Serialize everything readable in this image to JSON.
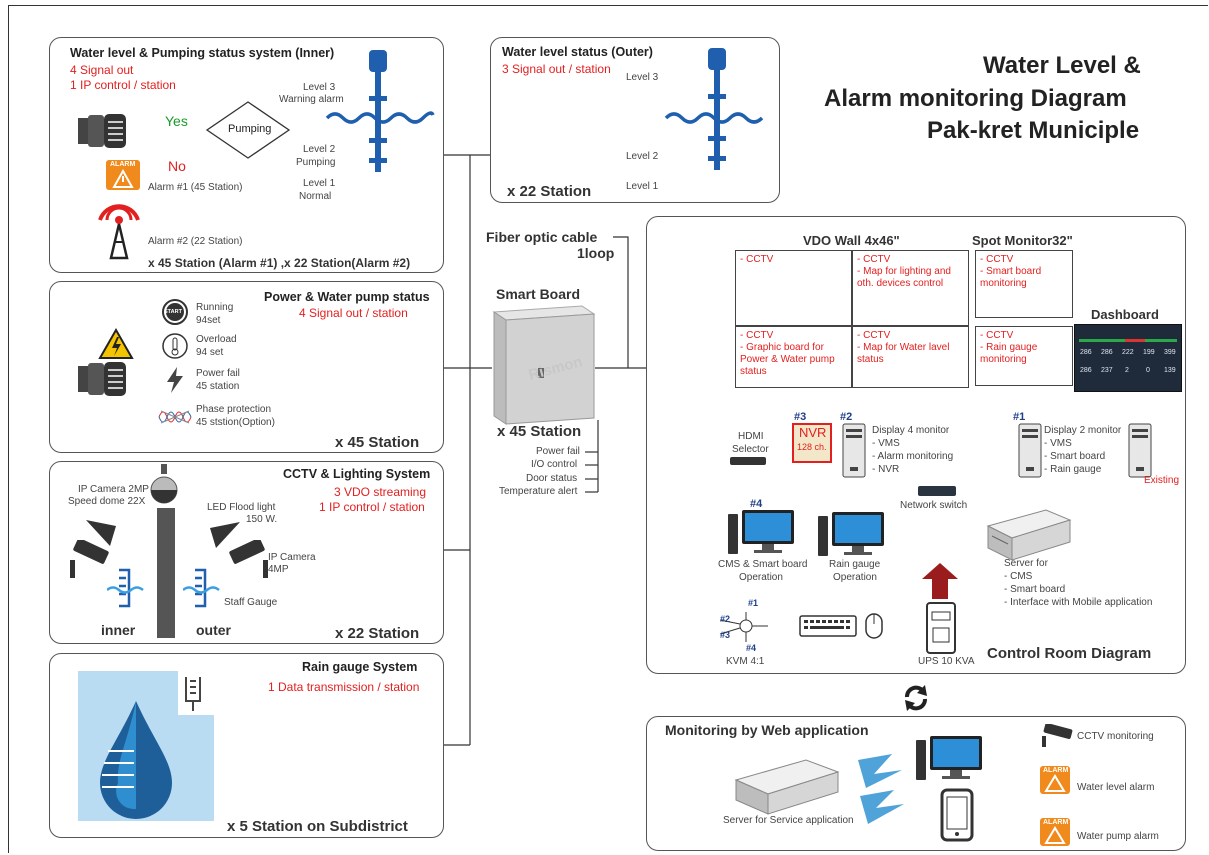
{
  "title": {
    "line1": "Water Level &",
    "line2": "Alarm monitoring Diagram",
    "line3": "Pak-kret Municiple"
  },
  "inner": {
    "title": "Water level & Pumping status system (Inner)",
    "sig1": "4 Signal out",
    "sig2": "1 IP control / station",
    "yes": "Yes",
    "no": "No",
    "pumping": "Pumping",
    "alarm1": "Alarm #1 (45 Station)",
    "alarm2": "Alarm #2 (22 Station)",
    "l3a": "Level 3",
    "l3b": "Warning alarm",
    "l2a": "Level 2",
    "l2b": "Pumping",
    "l1a": "Level 1",
    "l1b": "Normal",
    "footer": "x 45 Station (Alarm #1) ,x 22 Station(Alarm #2)",
    "alarm_badge": "ALARM"
  },
  "outer": {
    "title": "Water level status (Outer)",
    "sig": "3 Signal out / station",
    "l3": "Level 3",
    "l2": "Level 2",
    "l1": "Level 1",
    "footer": "x 22 Station"
  },
  "power": {
    "title": "Power & Water pump status",
    "sig": "4 Signal out / station",
    "running": "Running",
    "running_n": "94set",
    "overload": "Overload",
    "overload_n": "94 set",
    "powerfail": "Power fail",
    "powerfail_n": "45 station",
    "phase": "Phase protection",
    "phase_n": "45 ststion(Option)",
    "start_label": "START",
    "footer": "x 45 Station"
  },
  "cctv": {
    "title": "CCTV & Lighting System",
    "sig1": "3 VDO streaming",
    "sig2": "1 IP control / station",
    "cam1a": "IP Camera 2MP",
    "cam1b": "Speed dome 22X",
    "flood_a": "LED Flood light",
    "flood_b": "150 W.",
    "cam2a": "IP Camera",
    "cam2b": "4MP",
    "gauge": "Staff Gauge",
    "inner": "inner",
    "outer": "outer",
    "footer": "x 22 Station"
  },
  "rain": {
    "title": "Rain gauge System",
    "sig": "1 Data transmission / station",
    "footer": "x 5 Station on Subdistrict"
  },
  "smartboard": {
    "fiber1": "Fiber optic cable",
    "fiber2": "1loop",
    "title": "Smart Board",
    "brand": "Rismon",
    "count": "x 45 Station",
    "items": [
      "Power fail",
      "I/O control",
      "Door status",
      "Temperature alert"
    ]
  },
  "control": {
    "vdo_title": "VDO Wall 4x46\"",
    "spot_title": "Spot Monitor32\"",
    "dashboard": "Dashboard",
    "screens": [
      [
        "- CCTV"
      ],
      [
        "- CCTV",
        "- Map for lighting and",
        "  oth. devices control"
      ],
      [
        "- CCTV",
        "- Graphic board for",
        "Power & Water pump",
        "status"
      ],
      [
        "- CCTV",
        "- Map for Water lavel",
        "status"
      ]
    ],
    "spot_screens": [
      [
        "- CCTV",
        "- Smart board",
        "  monitoring"
      ],
      [
        "- CCTV",
        "- Rain gauge",
        "  monitoring"
      ]
    ],
    "dash_values_row1": [
      "286",
      "286",
      "222",
      "199",
      "399"
    ],
    "dash_values_row2": [
      "286",
      "237",
      "2",
      "0",
      "139"
    ],
    "hdmi1": "HDMI",
    "hdmi2": "Selector",
    "nvr1": "NVR",
    "nvr2": "128 ch.",
    "tag_n3": "#3",
    "tag_n2": "#2",
    "tag_n1": "#1",
    "tag_n4": "#4",
    "disp4": [
      "Display 4 monitor",
      "- VMS",
      "- Alarm monitoring",
      "- NVR"
    ],
    "disp2": [
      "Display 2 monitor",
      "- VMS",
      "- Smart board",
      "- Rain gauge"
    ],
    "existing": "Existing",
    "switch": "Network switch",
    "cms1": "CMS & Smart board",
    "cms2": "Operation",
    "rain1": "Rain gauge",
    "rain2": "Operation",
    "server": [
      "Server for",
      "- CMS",
      "- Smart board",
      "- Interface with Mobile application"
    ],
    "kvm": "KVM 4:1",
    "kvm_tags": [
      "#1",
      "#2",
      "#3",
      "#4"
    ],
    "ups": "UPS 10 KVA",
    "footer": "Control Room Diagram"
  },
  "web": {
    "title": "Monitoring by Web application",
    "server": "Server for Service application",
    "cctv": "CCTV monitoring",
    "wl": "Water level alarm",
    "wp": "Water pump alarm",
    "alarm_badge": "ALARM"
  },
  "colors": {
    "red": "#e32020",
    "green": "#1a9b2c",
    "blue": "#1f5fae",
    "line": "#333333"
  }
}
